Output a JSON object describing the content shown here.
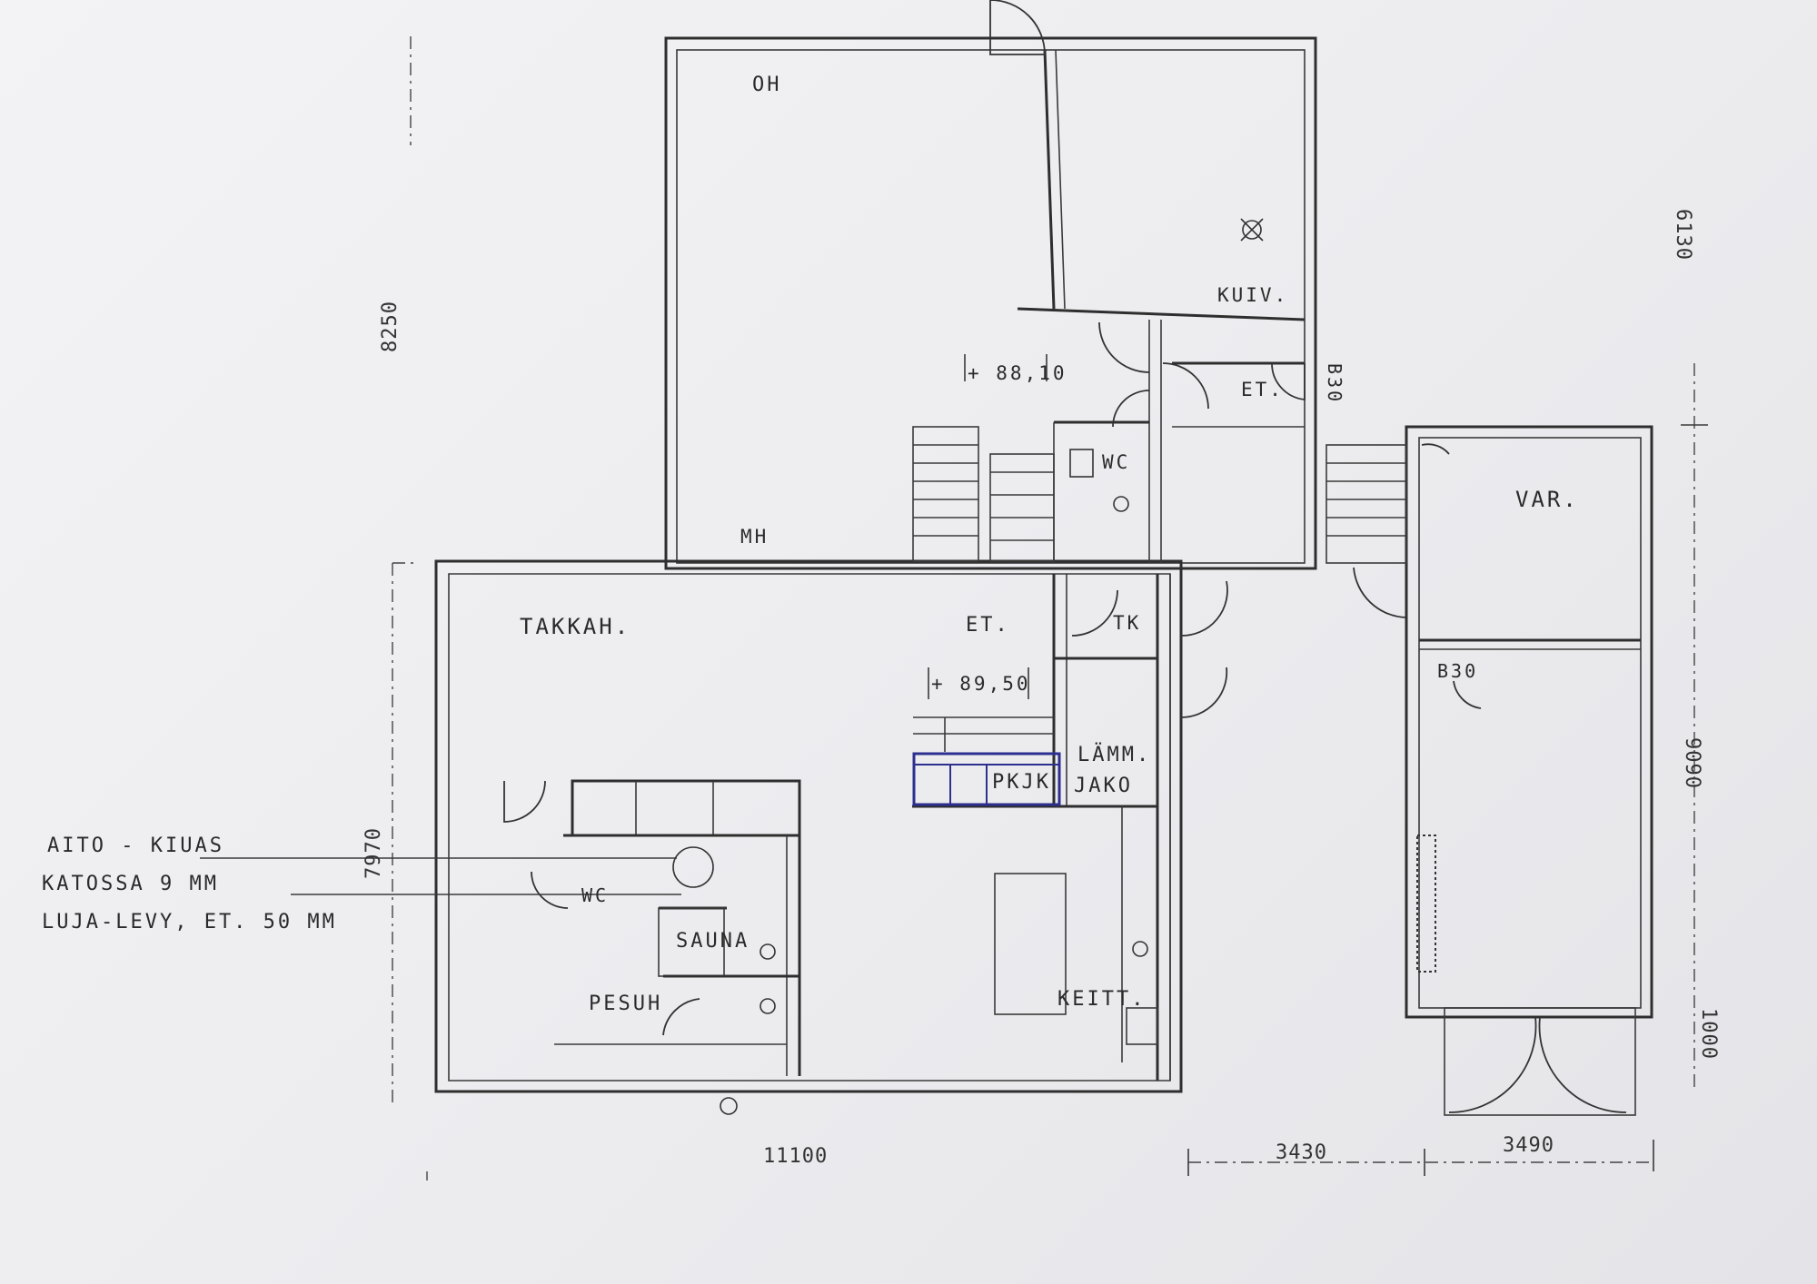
{
  "rooms": {
    "oh": "OH",
    "kuiv": "KUIV.",
    "et_upper": "ET.",
    "b30_upper": "B30",
    "wc_upper": "WC",
    "mh": "MH",
    "var": "VAR.",
    "takkah": "TAKKAH.",
    "et_main": "ET.",
    "tk": "TK",
    "b30_lower": "B30",
    "lamm": "LÄMM.",
    "jako": "JAKO",
    "pkjk": "PKJK",
    "wc_lower": "WC",
    "sauna": "SAUNA",
    "pesuh": "PESUH",
    "keitt": "KEITT."
  },
  "levels": {
    "upper": "+ 88,10",
    "main": "+ 89,50"
  },
  "notes": {
    "line1": "AITO - KIUAS",
    "line2": "KATOSSA  9 MM",
    "line3": "LUJA-LEVY,  ET.  50  MM"
  },
  "dimensions": {
    "left_upper": "8250",
    "left_lower": "7970",
    "bottom_total": "11100",
    "bottom_mid": "3430",
    "bottom_right": "3490",
    "right_upper": "6130",
    "right_mid": "9090",
    "right_lower": "1000"
  },
  "colors": {
    "ink": "#2e2e2e",
    "paper": "#f1f1f3",
    "highlight": "#2d2f8f"
  }
}
